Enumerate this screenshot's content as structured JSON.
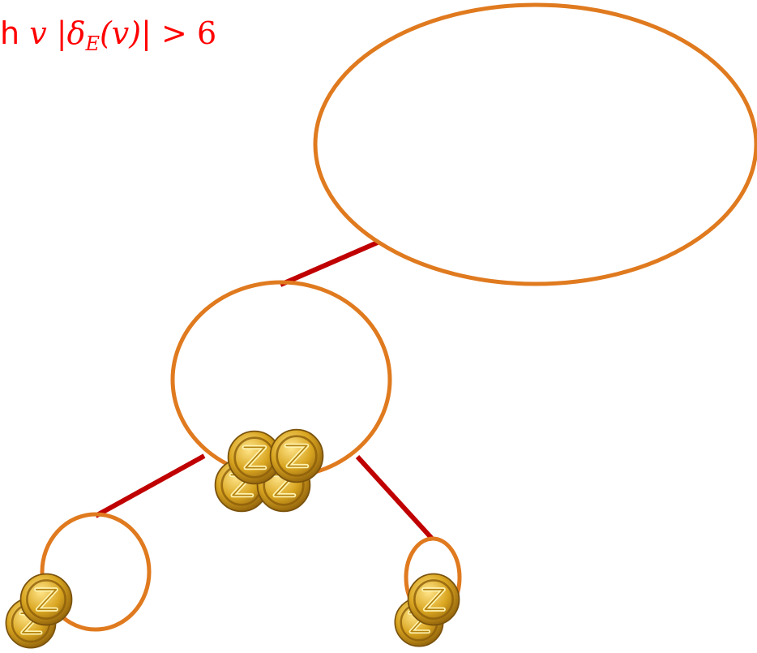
{
  "heading": {
    "prefix": "h",
    "var": "v",
    "abs_open": "|",
    "delta": "δ",
    "subscript": "E",
    "arg": "(v)",
    "abs_close": "|",
    "relation": ">",
    "bound": "6"
  },
  "colors": {
    "heading": "#ff0000",
    "node_outline": "#e07a1f",
    "edge": "#c00000",
    "coin_face": "#d9a520",
    "coin_rim": "#a87812",
    "coin_symbol": "#fff3b0"
  },
  "tree": {
    "nodes": [
      {
        "id": "root-node",
        "coins": 0
      },
      {
        "id": "middle-node",
        "coins": 4
      },
      {
        "id": "left-leaf-node",
        "coins": 2
      },
      {
        "id": "right-leaf-node",
        "coins": 2
      }
    ],
    "edges": [
      {
        "from": "root-node",
        "to": "middle-node"
      },
      {
        "from": "middle-node",
        "to": "left-leaf-node"
      },
      {
        "from": "middle-node",
        "to": "right-leaf-node"
      }
    ],
    "coin_symbol": "Z"
  }
}
